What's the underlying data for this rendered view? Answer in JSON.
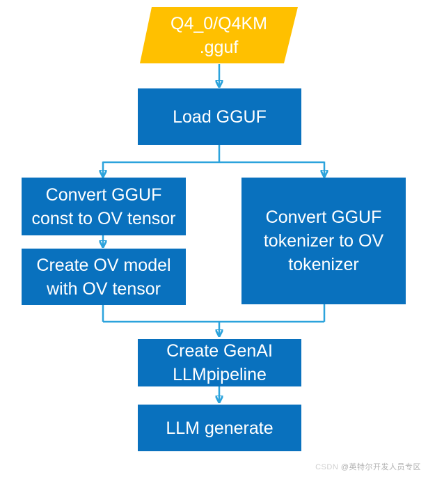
{
  "diagram": {
    "type": "flowchart",
    "colors": {
      "process_fill": "#0971BE",
      "source_fill": "#FFC000",
      "arrow": "#2CA3DC",
      "node_text": "#FFFFFF"
    },
    "nodes": {
      "source": {
        "shape": "parallelogram",
        "lines": [
          "Q4_0/Q4KM",
          ".gguf"
        ]
      },
      "load_gguf": {
        "shape": "rect",
        "lines": [
          "Load GGUF"
        ]
      },
      "convert_const": {
        "shape": "rect",
        "lines": [
          "Convert GGUF",
          "const to OV tensor"
        ]
      },
      "create_ov_model": {
        "shape": "rect",
        "lines": [
          "Create OV model",
          "with OV tensor"
        ]
      },
      "convert_tokenizer": {
        "shape": "rect",
        "lines": [
          "Convert GGUF",
          "tokenizer to OV",
          "tokenizer"
        ]
      },
      "create_pipeline": {
        "shape": "rect",
        "lines": [
          "Create GenAI",
          "LLMpipeline"
        ]
      },
      "llm_generate": {
        "shape": "rect",
        "lines": [
          "LLM generate"
        ]
      }
    },
    "edges": [
      {
        "from": "source",
        "to": "load_gguf"
      },
      {
        "from": "load_gguf",
        "to": "convert_const"
      },
      {
        "from": "load_gguf",
        "to": "convert_tokenizer"
      },
      {
        "from": "convert_const",
        "to": "create_ov_model"
      },
      {
        "from": "create_ov_model",
        "to": "create_pipeline"
      },
      {
        "from": "convert_tokenizer",
        "to": "create_pipeline"
      },
      {
        "from": "create_pipeline",
        "to": "llm_generate"
      }
    ]
  },
  "watermark": {
    "prefix": "CSDN ",
    "handle": "@英特尔开发人员专区"
  }
}
